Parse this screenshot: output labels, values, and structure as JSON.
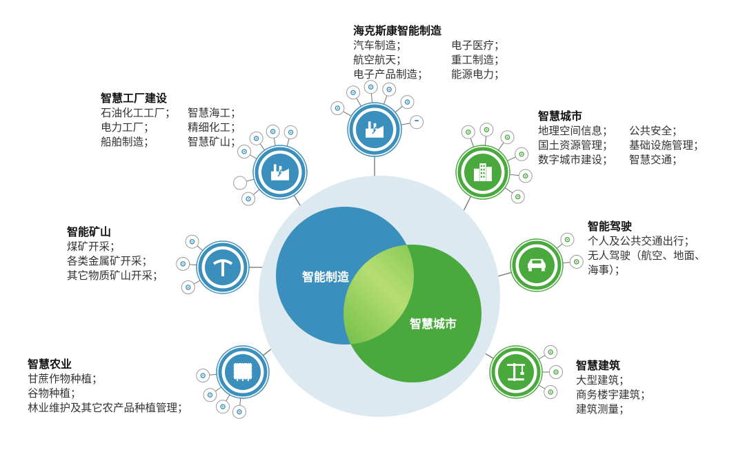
{
  "colors": {
    "blue": "#3b8fbc",
    "green": "#4aa93c",
    "halo": "#dde9f1",
    "line": "#6e6e6e"
  },
  "center": {
    "blue_label": "智能制造",
    "green_label": "智慧城市"
  },
  "nodes": [
    {
      "id": "manufacturing",
      "title": "海克斯康智能制造",
      "color": "blue",
      "icon": "factory-icon",
      "satellites": [
        "truck-icon",
        "lightning-icon",
        "gear-icon",
        "camera-icon",
        "airplane-icon",
        "car-icon"
      ],
      "items": [
        "汽车制造；",
        "电子医疗；",
        "航空航天；",
        "重工制造；",
        "电子产品制造；",
        "能源电力；"
      ]
    },
    {
      "id": "smart-factory",
      "title": "智慧工厂建设",
      "color": "blue",
      "icon": "power-plant-icon",
      "satellites": [
        "ship-icon",
        "lightning-icon",
        "tower-icon",
        "battery-icon",
        "pickaxe-icon",
        "drop-icon"
      ],
      "items": [
        "石油化工工厂；",
        "智慧海工；",
        "电力工厂；",
        "精细化工；",
        "船舶制造；",
        "智慧矿山；"
      ]
    },
    {
      "id": "smart-city",
      "title": "智慧城市",
      "color": "green",
      "icon": "buildings-icon",
      "satellites": [
        "people-icon",
        "location-icon",
        "bus-icon",
        "mountain-icon",
        "shield-icon",
        "road-icon"
      ],
      "items": [
        "地理空间信息；",
        "公共安全；",
        "国土资源管理；",
        "基础设施管理；",
        "数字城市建设；",
        "智慧交通；"
      ]
    },
    {
      "id": "smart-mine",
      "title": "智能矿山",
      "color": "blue",
      "icon": "pickaxe-icon",
      "satellites": [
        "ore-icon",
        "mine-cart-icon",
        "building-icon"
      ],
      "items": [
        "煤矿开采；",
        "各类金属矿开采；",
        "其它物质矿山开采；"
      ]
    },
    {
      "id": "smart-driving",
      "title": "智能驾驶",
      "color": "green",
      "icon": "car-icon",
      "satellites": [
        "car-small-icon",
        "snowflake-icon"
      ],
      "items": [
        "个人及公共交通出行；",
        "无人驾驶（航空、地面、",
        "海事）；"
      ]
    },
    {
      "id": "smart-agri",
      "title": "智慧农业",
      "color": "blue",
      "icon": "wheat-icon",
      "satellites": [
        "fence-icon",
        "crop-icon",
        "field-icon",
        "tree-icon"
      ],
      "items": [
        "甘蔗作物种植；",
        "谷物种植；",
        "林业维护及其它农产品种植管理；"
      ]
    },
    {
      "id": "smart-build",
      "title": "智慧建筑",
      "color": "green",
      "icon": "crane-icon",
      "satellites": [
        "excavator-icon",
        "building-icon",
        "survey-icon"
      ],
      "items": [
        "大型建筑；",
        "商务楼宇建筑；",
        "建筑测量；"
      ]
    }
  ]
}
